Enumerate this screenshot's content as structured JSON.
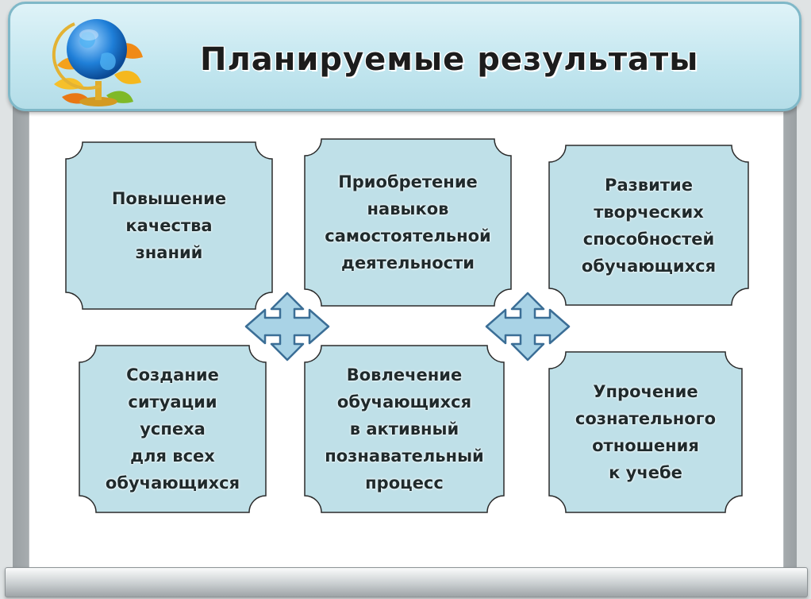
{
  "title": "Планируемые результаты",
  "colors": {
    "card_fill": "#bfe0e8",
    "card_stroke": "#2b2b2b",
    "banner": "#c2e6ef",
    "arrow_fill": "#a9d3e6",
    "arrow_stroke": "#3b6e96"
  },
  "cards": [
    {
      "lines": [
        "Повышение",
        "качества",
        "знаний"
      ]
    },
    {
      "lines": [
        "Приобретение",
        "навыков",
        "самостоятельной",
        "деятельности"
      ]
    },
    {
      "lines": [
        "Развитие",
        "творческих",
        "способностей",
        "обучающихся"
      ]
    },
    {
      "lines": [
        "Создание",
        "ситуации",
        "успеха",
        "для всех",
        "обучающихся"
      ]
    },
    {
      "lines": [
        "Вовлечение",
        "обучающихся",
        "в активный",
        "познавательный",
        "процесс"
      ]
    },
    {
      "lines": [
        "Упрочение",
        "сознательного",
        "отношения",
        "к учебе"
      ]
    }
  ],
  "icons": {
    "logo": "globe-with-autumn-leaves-icon",
    "arrows": "four-way-arrow-icon"
  }
}
